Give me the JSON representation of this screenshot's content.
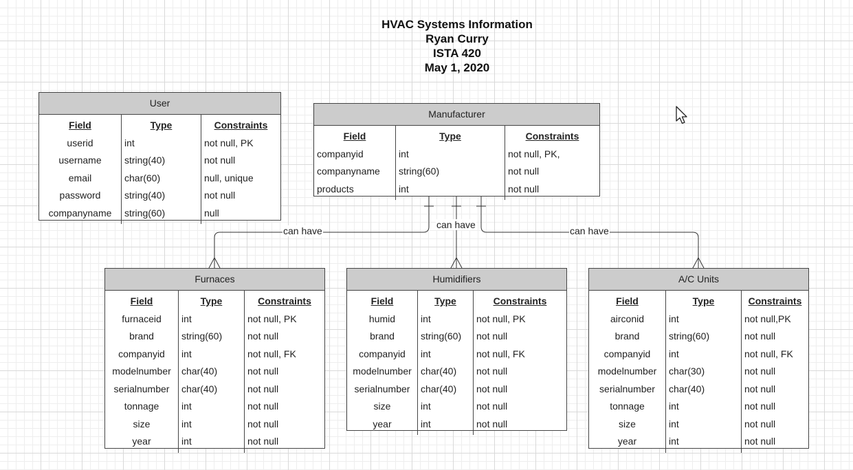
{
  "title": {
    "line1": "HVAC Systems Information",
    "line2": "Ryan Curry",
    "line3": "ISTA 420",
    "line4": "May 1, 2020"
  },
  "headers": {
    "field": "Field",
    "type": "Type",
    "constraints": "Constraints"
  },
  "relationships": {
    "furnaces_label": "can have",
    "humidifiers_label": "can have",
    "ac_label": "can have"
  },
  "entities": {
    "user": {
      "name": "User",
      "fields": [
        "userid",
        "username",
        "email",
        "password",
        "companyname"
      ],
      "types": [
        "int",
        "string(40)",
        "char(60)",
        "string(40)",
        "string(60)"
      ],
      "constraints": [
        "not null, PK",
        "not null",
        "null, unique",
        "not null",
        "null"
      ]
    },
    "manufacturer": {
      "name": "Manufacturer",
      "fields": [
        "companyid",
        "companyname",
        "products"
      ],
      "types": [
        "int",
        "string(60)",
        "int"
      ],
      "constraints": [
        "not null, PK,",
        "not null",
        "not null"
      ]
    },
    "furnaces": {
      "name": "Furnaces",
      "fields": [
        "furnaceid",
        "brand",
        "companyid",
        "modelnumber",
        "serialnumber",
        "tonnage",
        "size",
        "year"
      ],
      "types": [
        "int",
        "string(60)",
        "int",
        "char(40)",
        "char(40)",
        "int",
        "int",
        "int"
      ],
      "constraints": [
        "not null, PK",
        "not null",
        "not null, FK",
        "not null",
        "not null",
        "not null",
        "not null",
        "not null"
      ]
    },
    "humidifiers": {
      "name": "Humidifiers",
      "fields": [
        "humid",
        "brand",
        "companyid",
        "modelnumber",
        "serialnumber",
        "size",
        "year"
      ],
      "types": [
        "int",
        "string(60)",
        "int",
        "char(40)",
        "char(40)",
        "int",
        "int"
      ],
      "constraints": [
        "not null, PK",
        "not null",
        "not null, FK",
        "not null",
        "not null",
        "not null",
        "not null"
      ]
    },
    "ac_units": {
      "name": "A/C Units",
      "fields": [
        "airconid",
        "brand",
        "companyid",
        "modelnumber",
        "serialnumber",
        "tonnage",
        "size",
        "year"
      ],
      "types": [
        "int",
        "string(60)",
        "int",
        "char(30)",
        "char(40)",
        "int",
        "int",
        "int"
      ],
      "constraints": [
        "not null,PK",
        "not null",
        "not null, FK",
        "not null",
        "not null",
        "not null",
        "not null",
        "not null"
      ]
    }
  }
}
